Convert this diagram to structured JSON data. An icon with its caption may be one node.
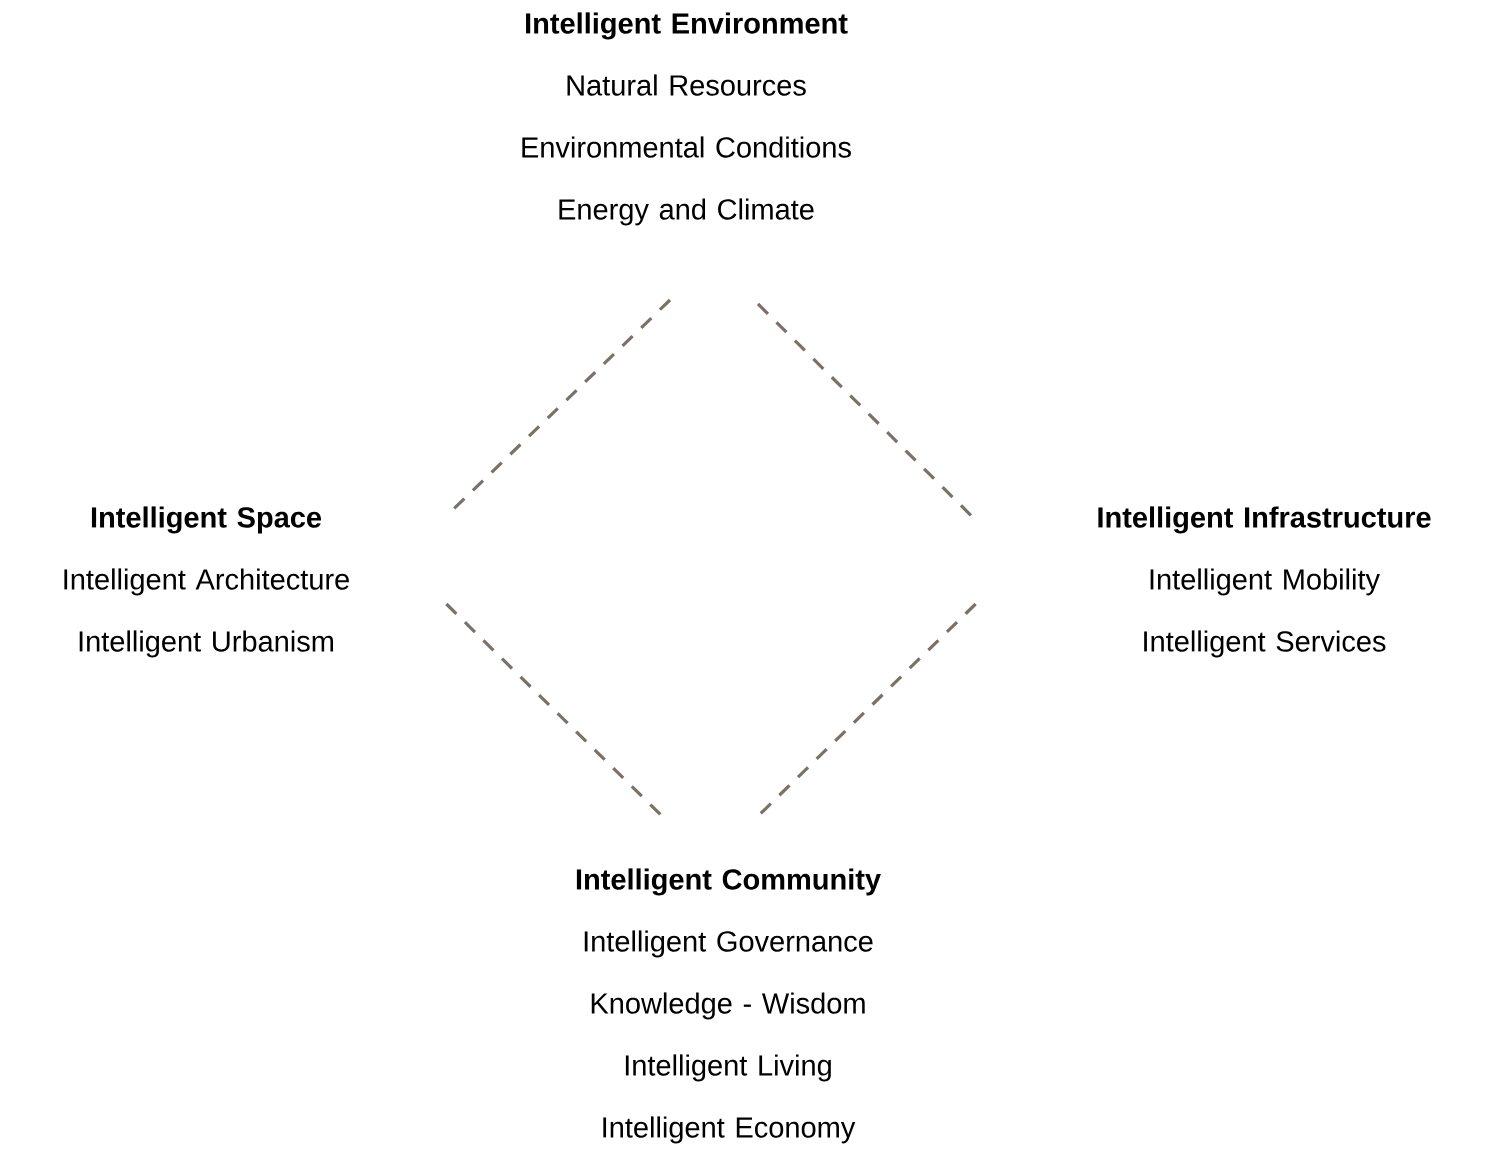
{
  "diagram": {
    "nodes": [
      {
        "text": [
          "Intelligent Environment",
          "Natural Resources",
          "Environmental Conditions",
          "Energy and Climate"
        ]
      },
      {
        "text": [
          "Intelligent Space",
          "Intelligent Architecture",
          "Intelligent Urbanism"
        ]
      },
      {
        "text": [
          "Intelligent Infrastructure",
          "Intelligent Mobility",
          "Intelligent Services"
        ]
      },
      {
        "text": [
          "Intelligent Community",
          "Intelligent Governance",
          "Knowledge - Wisdom",
          "Intelligent Living",
          "Intelligent Economy"
        ]
      }
    ],
    "edges": [
      {
        "from": 0,
        "to": 1,
        "arrow": "none",
        "style": "dashed"
      },
      {
        "from": 0,
        "to": 2,
        "arrow": "none",
        "style": "dashed"
      },
      {
        "from": 1,
        "to": 3,
        "arrow": "none",
        "style": "dashed"
      },
      {
        "from": 2,
        "to": 3,
        "arrow": "none",
        "style": "dashed"
      }
    ]
  }
}
